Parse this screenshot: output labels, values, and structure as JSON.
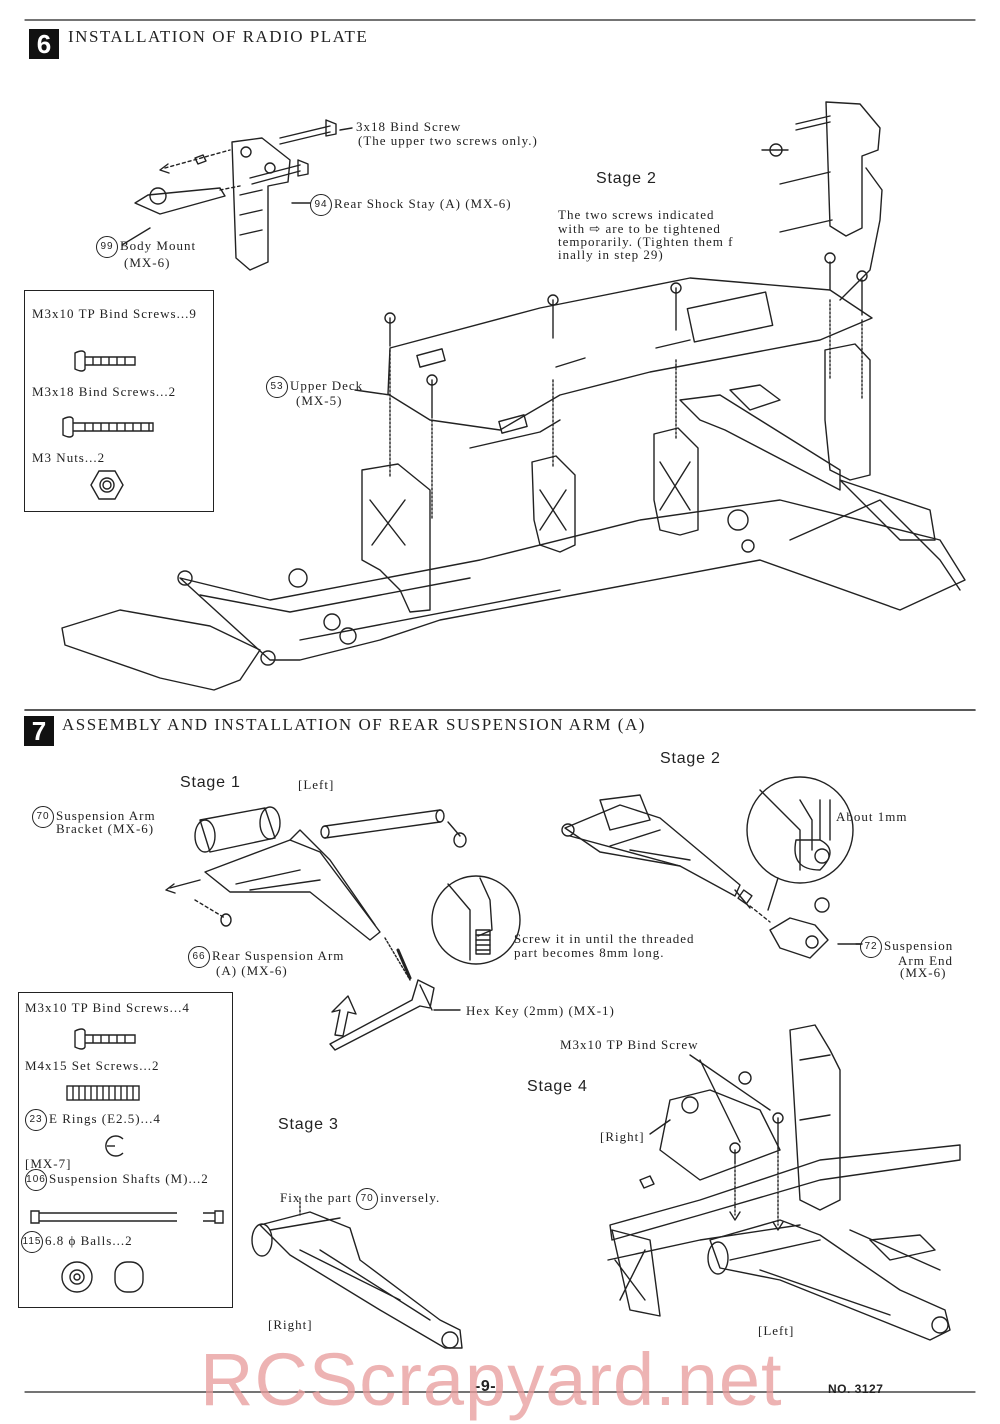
{
  "section6": {
    "number": "6",
    "title": "INSTALLATION OF RADIO PLATE",
    "screw_label_1": "3x18 Bind Screw",
    "screw_label_2": "(The upper two screws only.)",
    "stay_num": "94",
    "stay_label": "Rear Shock Stay (A) (MX-6)",
    "body_num": "99",
    "body_label_1": "Body Mount",
    "body_label_2": "(MX-6)",
    "stage2_title": "Stage 2",
    "stage2_note": [
      "The two screws indicated",
      "with ⇨ are to be tightened",
      "temporarily. (Tighten them f",
      "inally  in step 29)"
    ],
    "deck_num": "53",
    "deck_label_1": "Upper Deck",
    "deck_label_2": "(MX-5)",
    "parts": [
      {
        "label": "M3x10 TP Bind Screws...9"
      },
      {
        "label": "M3x18 Bind Screws...2"
      },
      {
        "label": "M3 Nuts...2"
      }
    ]
  },
  "section7": {
    "number": "7",
    "title": "ASSEMBLY AND INSTALLATION OF REAR SUSPENSION ARM (A)",
    "stage1": "Stage 1",
    "left": "[Left]",
    "bracket_num": "70",
    "bracket_label_1": "Suspension Arm",
    "bracket_label_2": "Bracket (MX-6)",
    "arm_num": "66",
    "arm_label_1": "Rear Suspension Arm",
    "arm_label_2": "(A) (MX-6)",
    "screw_note_1": "Screw it in until the threaded",
    "screw_note_2": "part becomes 8mm long.",
    "hex_key": "Hex Key (2mm) (MX-1)",
    "stage2": "Stage 2",
    "about": "About 1mm",
    "end_num": "72",
    "end_label_1": "Suspension",
    "end_label_2": "Arm End",
    "end_label_3": "(MX-6)",
    "bind_screw": "M3x10 TP Bind Screw",
    "stage4": "Stage 4",
    "right_a": "[Right]",
    "stage3": "Stage 3",
    "fix_1": "Fix the part",
    "fix_num": "70",
    "fix_2": "inversely.",
    "right_b": "[Right]",
    "left_b": "[Left]",
    "parts": [
      {
        "label": "M3x10 TP Bind Screws...4"
      },
      {
        "label": "M4x15 Set Screws...2"
      },
      {
        "num": "23",
        "label": "E Rings (E2.5)...4"
      },
      {
        "label": "[MX-7]"
      },
      {
        "num": "106",
        "label": "Suspension Shafts (M)...2"
      },
      {
        "num": "115",
        "label": "6.8 ϕ Balls...2"
      }
    ]
  },
  "footer": {
    "page": "-9-",
    "doc_no": "NO. 3127",
    "watermark": "RCScrapyard.net"
  }
}
